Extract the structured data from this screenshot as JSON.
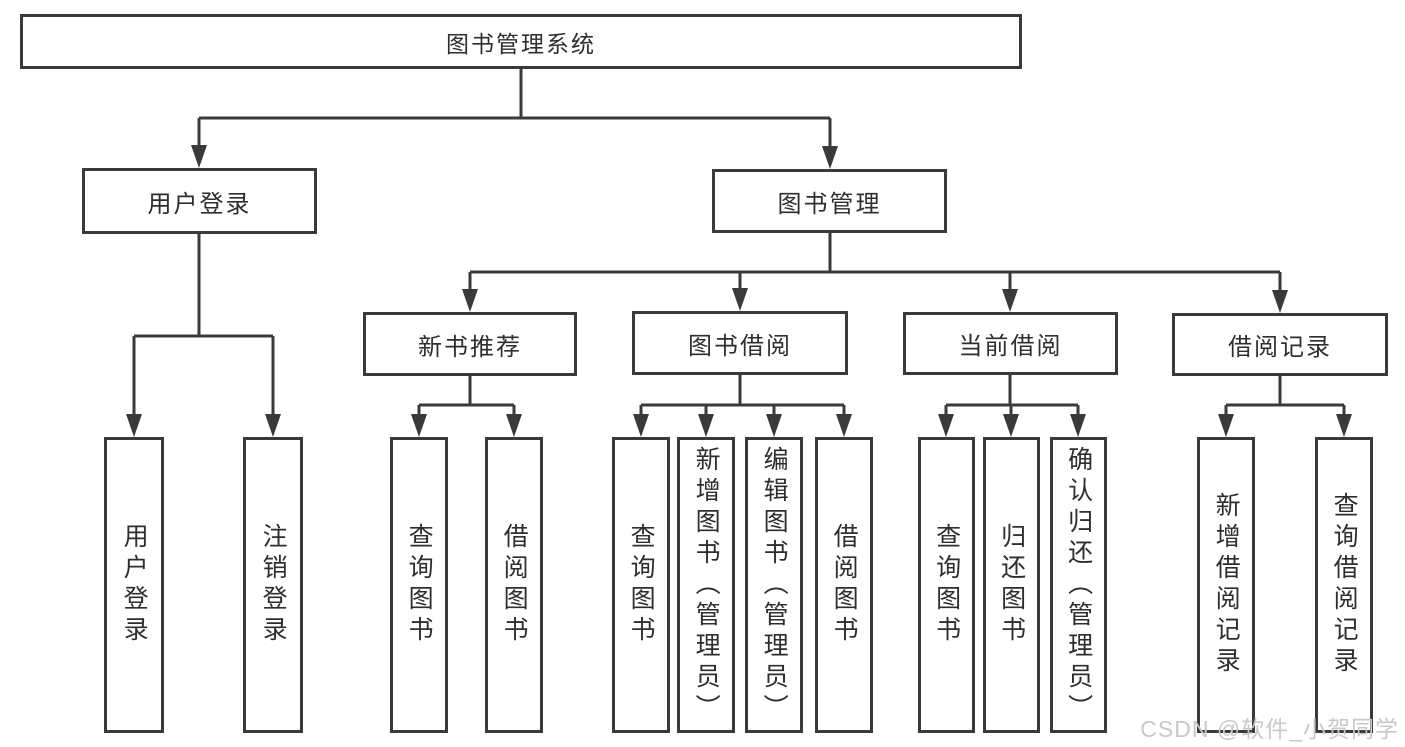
{
  "diagram": {
    "type": "hierarchy-tree",
    "root": {
      "label": "图书管理系统",
      "children": [
        {
          "label": "用户登录",
          "children": [
            {
              "label": "用户登录"
            },
            {
              "label": "注销登录"
            }
          ]
        },
        {
          "label": "图书管理",
          "children": [
            {
              "label": "新书推荐",
              "children": [
                {
                  "label": "查询图书"
                },
                {
                  "label": "借阅图书"
                }
              ]
            },
            {
              "label": "图书借阅",
              "children": [
                {
                  "label": "查询图书"
                },
                {
                  "label": "新增图书（管理员）"
                },
                {
                  "label": "编辑图书（管理员）"
                },
                {
                  "label": "借阅图书"
                }
              ]
            },
            {
              "label": "当前借阅",
              "children": [
                {
                  "label": "查询图书"
                },
                {
                  "label": "归还图书"
                },
                {
                  "label": "确认归还（管理员）"
                }
              ]
            },
            {
              "label": "借阅记录",
              "children": [
                {
                  "label": "新增借阅记录"
                },
                {
                  "label": "查询借阅记录"
                }
              ]
            }
          ]
        }
      ]
    }
  },
  "colors": {
    "line": "#3a3a3a",
    "text": "#2e2e2e",
    "watermark": "#c8c8c8"
  },
  "watermark": {
    "text": "CSDN @软件_小贺同学"
  }
}
